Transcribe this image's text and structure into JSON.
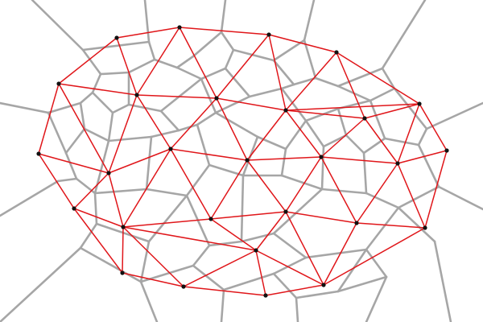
{
  "diagram": {
    "kind": "voronoi-delaunay",
    "colors": {
      "background": "#ffffff",
      "voronoi_edge": "#a6a6a6",
      "delaunay_edge": "#e0161a",
      "site": "#111111"
    },
    "site_count": 30,
    "delaunay_edge_count": 79,
    "voronoi_edge_count": 108
  }
}
